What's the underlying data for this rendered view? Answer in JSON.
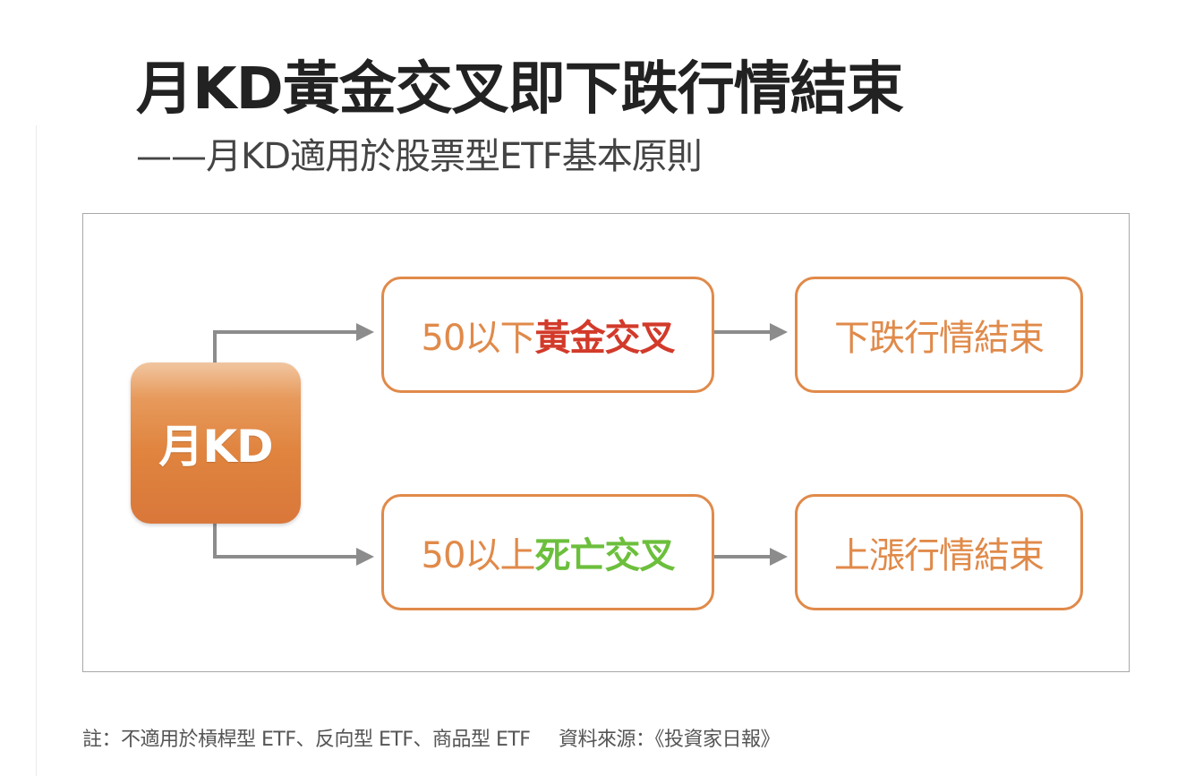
{
  "title": "月KD黃金交叉即下跌行情結束",
  "subtitle": "——月KD適用於股票型ETF基本原則",
  "diagram": {
    "root": "月KD",
    "branch_top": {
      "condition_prefix": "50以下",
      "condition_highlight": "黃金交叉",
      "result": "下跌行情結束"
    },
    "branch_bottom": {
      "condition_prefix": "50以上",
      "condition_highlight": "死亡交叉",
      "result": "上漲行情結束"
    }
  },
  "colors": {
    "accent_orange": "#e08a4a",
    "golden_cross_red": "#d23a2a",
    "death_cross_green": "#6cbf3c",
    "arrow_gray": "#8c8c8c"
  },
  "footer": {
    "note": "註：不適用於槓桿型 ETF、反向型 ETF、商品型 ETF",
    "source": "資料來源：《投資家日報》"
  }
}
